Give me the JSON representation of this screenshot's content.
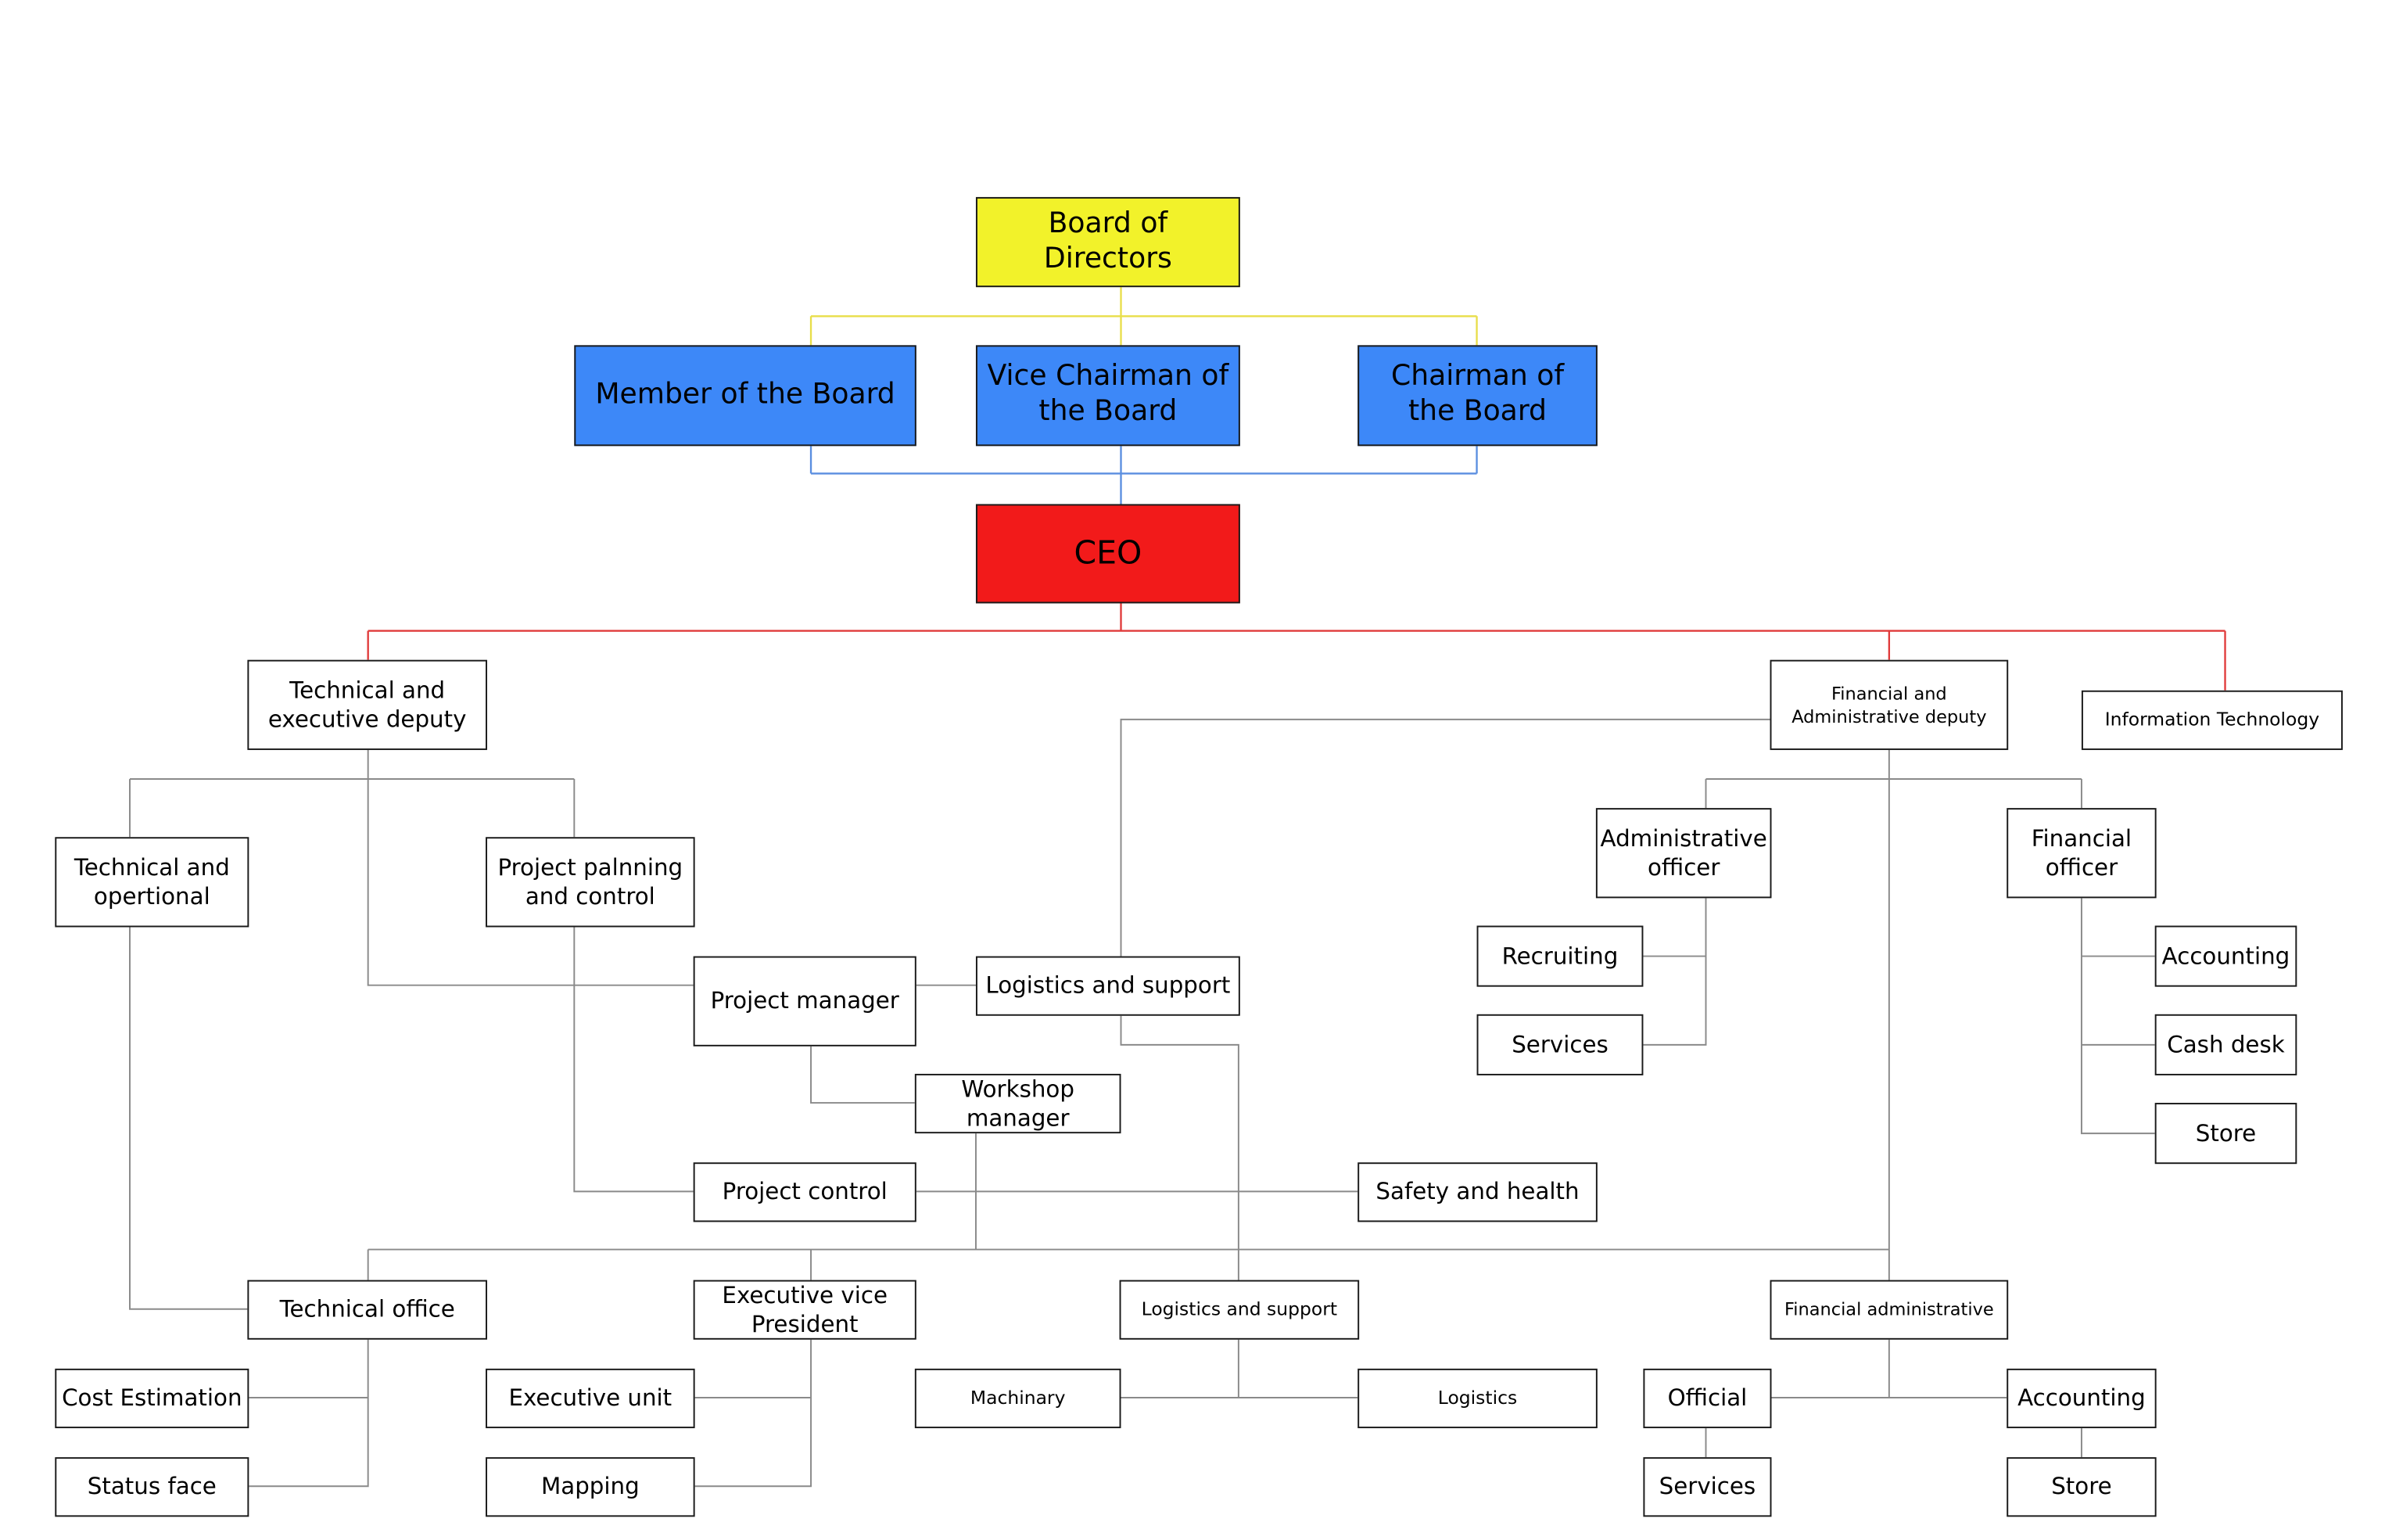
{
  "colors": {
    "board_fill": "#f2f22a",
    "board_line": "#e8de4a",
    "blue_fill": "#3d88f8",
    "blue_line": "#5a8ee0",
    "ceo_fill": "#f21a1a",
    "ceo_line": "#e03a3a",
    "node_fill": "#ffffff",
    "line": "#8a8a8a"
  },
  "nodes": {
    "board_of_directors": "Board of Directors",
    "member_of_board": "Member of the Board",
    "vice_chairman": "Vice Chairman of\nthe Board",
    "chairman": "Chairman of\nthe Board",
    "ceo": "CEO",
    "technical_executive_deputy": "Technical and\nexecutive deputy",
    "financial_admin_deputy": "Financial and\nAdministrative deputy",
    "information_technology": "Information Technology",
    "technical_operational": "Technical and\nopertional",
    "project_planning": "Project palnning\nand control",
    "project_manager": "Project manager",
    "logistics_support_top": "Logistics and support",
    "workshop_manager": "Workshop\nmanager",
    "project_control": "Project control",
    "safety_health": "Safety and health",
    "administrative_officer": "Administrative\nofficer",
    "financial_officer": "Financial\nofficer",
    "recruiting": "Recruiting",
    "services_admin": "Services",
    "accounting_fin": "Accounting",
    "cash_desk": "Cash desk",
    "store_fin": "Store",
    "technical_office": "Technical office",
    "executive_vp": "Executive vice\nPresident",
    "logistics_support_bottom": "Logistics and support",
    "financial_administrative": "Financial administrative",
    "cost_estimation": "Cost Estimation",
    "status_face": "Status face",
    "executive_unit": "Executive unit",
    "mapping": "Mapping",
    "machinary": "Machinary",
    "logistics": "Logistics",
    "official": "Official",
    "accounting_bottom": "Accounting",
    "services_bottom": "Services",
    "store_bottom": "Store"
  }
}
